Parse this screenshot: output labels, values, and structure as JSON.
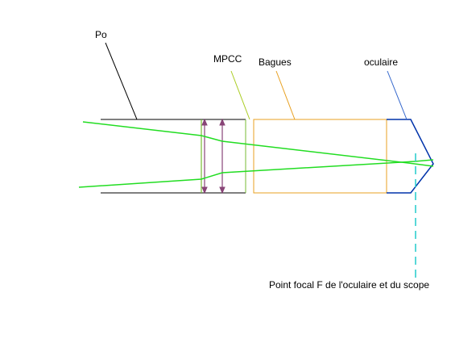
{
  "labels": {
    "po": "Po",
    "mpcc": "MPCC",
    "bagues": "Bagues",
    "oculaire": "oculaire",
    "focal_point": "Point focal F de l'oculaire et du scope"
  },
  "colors": {
    "background": "#ffffff",
    "tube": "#000000",
    "light_rays": "#22dd22",
    "mpcc": "#77bb33",
    "mpcc_lens": "#884477",
    "bagues": "#e8a020",
    "oculaire": "#0033aa",
    "oculaire_leader": "#3366cc",
    "focal_axis": "#22cccc"
  }
}
